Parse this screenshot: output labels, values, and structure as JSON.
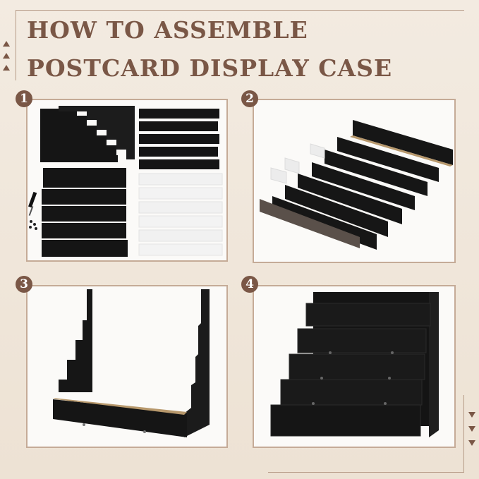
{
  "title": {
    "line1": "HOW TO ASSEMBLE",
    "line2": "POSTCARD DISPLAY CASE"
  },
  "steps": [
    {
      "number": "1",
      "illustration": "disassembled-parts-flat-lay"
    },
    {
      "number": "2",
      "illustration": "shelf-boards-with-acrylic-fronts"
    },
    {
      "number": "3",
      "illustration": "stepped-side-panels-with-base-shelf"
    },
    {
      "number": "4",
      "illustration": "assembled-five-tier-display"
    }
  ],
  "colors": {
    "background": "#efe4d6",
    "title": "#7a5746",
    "badge": "#7a5746",
    "panel_border": "#c5ab97",
    "wood": "#141414"
  },
  "decorations": {
    "left_arrows": "up",
    "right_arrows": "down"
  }
}
